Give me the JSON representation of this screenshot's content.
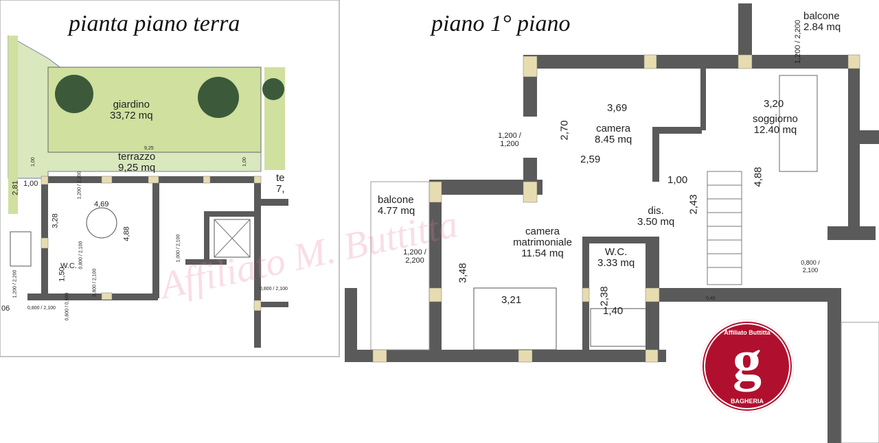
{
  "ground_floor": {
    "title": "pianta piano terra",
    "rooms": [
      {
        "name": "giardino",
        "area": "33,72 mq"
      },
      {
        "name": "terrazzo",
        "area": "9,25 mq"
      },
      {
        "name": "W.C.",
        "area": ""
      },
      {
        "name": "te",
        "area": "7,"
      }
    ],
    "dimensions": [
      "9,25",
      "1,00",
      "1,00",
      "2,81",
      "1,00",
      "4,69",
      "3,28",
      "4,88",
      "1,50",
      "06"
    ],
    "openings": [
      "1,200 / 2,200",
      "1,200 / 2,200",
      "0,800 / 2,100",
      "0,600 / 0,600",
      "0,800 / 2,100",
      "0,800 / 2,100",
      "1,000 / 2,100",
      "0,800 / 2,100"
    ]
  },
  "first_floor": {
    "title": "piano 1° piano",
    "rooms": [
      {
        "name": "balcone",
        "area": "2.84 mq"
      },
      {
        "name": "camera",
        "area": "8.45 mq"
      },
      {
        "name": "soggiorno",
        "area": "12.40 mq"
      },
      {
        "name": "balcone",
        "area": "4.77 mq"
      },
      {
        "name": "dis.",
        "area": "3.50 mq"
      },
      {
        "name": "camera matrimoniale",
        "area": "11.54 mq"
      },
      {
        "name": "W.C.",
        "area": "3.33 mq"
      }
    ],
    "dimensions": [
      "3,69",
      "2,70",
      "2,59",
      "3,20",
      "4,88",
      "1,00",
      "2,43",
      "3,48",
      "3,21",
      "2,38",
      "1,40",
      "0,40"
    ],
    "openings": [
      "1,200 / 2,200",
      "1,200 / 1,200",
      "1,200 / 2,200",
      "0,800 / 2,100"
    ]
  },
  "watermark": "Affiliato M. Buttitta",
  "logo": {
    "top_text": "Affiliato Buttitta",
    "letter": "g",
    "bottom_text": "BAGHERIA",
    "color": "#b0102e"
  },
  "colors": {
    "wall": "#5a5a5a",
    "column": "#e6dcb0",
    "garden": "#d2e4b0"
  }
}
